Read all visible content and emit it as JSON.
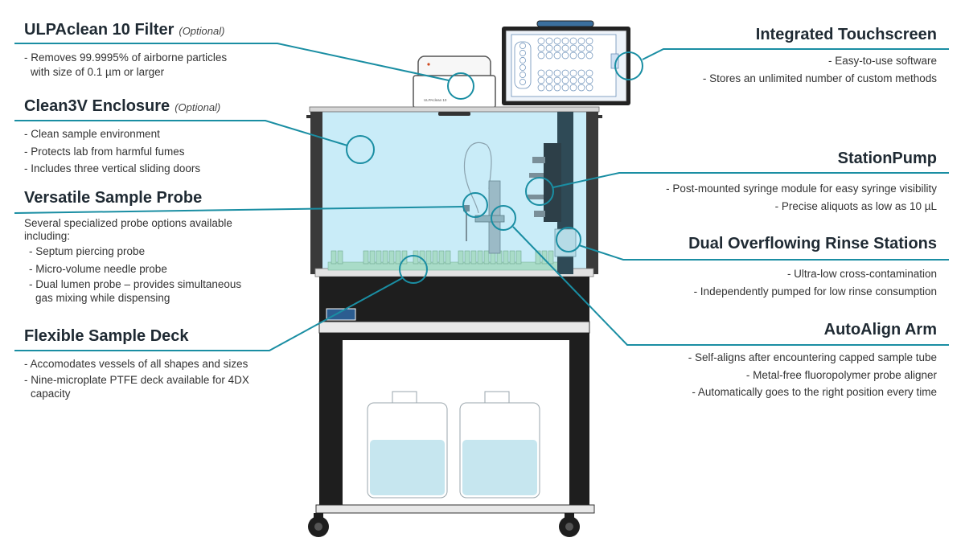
{
  "callouts": {
    "ulpa": {
      "title": "ULPAclean 10 Filter",
      "optional": "(Optional)",
      "lines": [
        "- Removes 99.9995% of airborne particles",
        "  with size of 0.1 µm or larger"
      ]
    },
    "enclosure": {
      "title": "Clean3V Enclosure",
      "optional": "(Optional)",
      "lines": [
        "- Clean sample environment",
        "- Protects lab from harmful fumes",
        "- Includes three vertical sliding doors"
      ]
    },
    "probe": {
      "title": "Versatile Sample Probe",
      "intro": [
        "Several specialized probe options available",
        "including:"
      ],
      "lines": [
        "- Septum piercing probe",
        "- Micro-volume needle probe",
        "- Dual lumen probe – provides simultaneous",
        "  gas mixing while dispensing"
      ]
    },
    "deck": {
      "title": "Flexible Sample Deck",
      "lines": [
        "- Accomodates vessels of all shapes and sizes",
        "- Nine-microplate PTFE deck available for 4DX",
        "  capacity"
      ]
    },
    "touchscreen": {
      "title": "Integrated Touchscreen",
      "lines": [
        "- Easy-to-use software",
        "-  Stores an unlimited number of custom methods"
      ]
    },
    "pump": {
      "title": "StationPump",
      "lines": [
        "- Post-mounted syringe module for easy syringe visibility",
        "- Precise aliquots as low as 10 µL"
      ]
    },
    "rinse": {
      "title": "Dual Overflowing Rinse Stations",
      "lines": [
        "- Ultra-low cross-contamination",
        "- Independently pumped for low rinse consumption"
      ]
    },
    "arm": {
      "title": "AutoAlign Arm",
      "lines": [
        "- Self-aligns after encountering capped sample tube",
        "- Metal-free fluoropolymer probe aligner",
        "- Automatically goes to the right position every time"
      ]
    }
  },
  "device": {
    "filter_label": "ULPAclean 10",
    "colors": {
      "accent": "#1a8ea3",
      "enclosure_glass": "#c9ecf8",
      "frame": "#1e1e1e",
      "liquid": "#c6e6ef"
    }
  }
}
